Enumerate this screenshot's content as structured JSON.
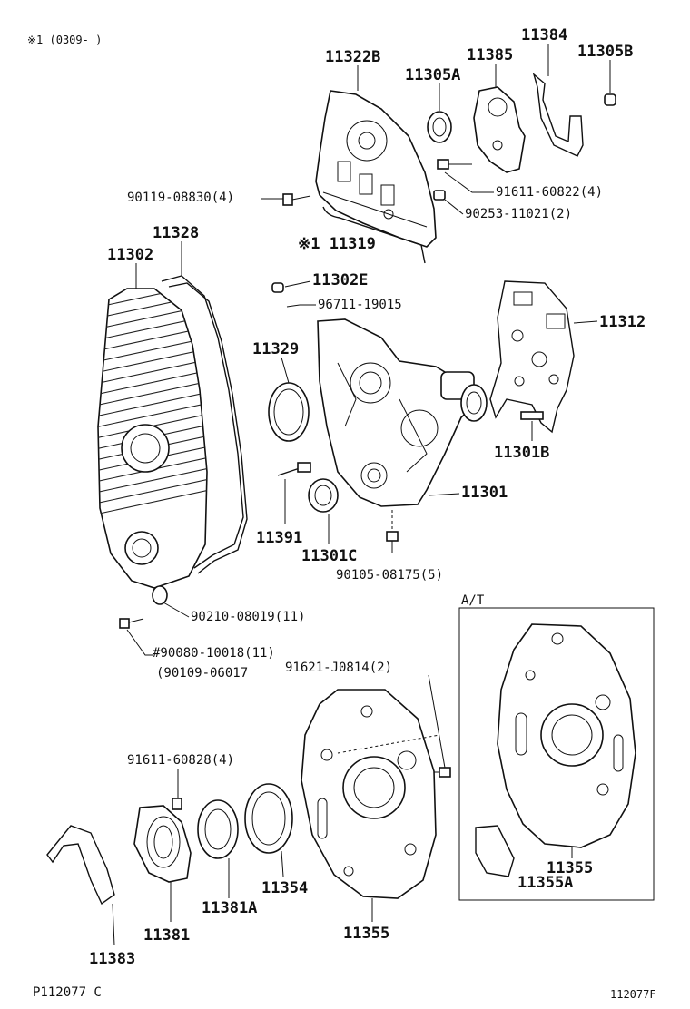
{
  "notes": {
    "variant": "※1 (0309-      )",
    "at_box": "A/T",
    "code_left": "P112077 C",
    "code_right": "112077F"
  },
  "labels": {
    "11322B": "11322B",
    "11305A": "11305A",
    "11385": "11385",
    "11384": "11384",
    "11305B": "11305B",
    "ref_90119": "90119-08830(4)",
    "ref_91611_a": "91611-60822(4)",
    "ref_90253": "90253-11021(2)",
    "11319": "※1 11319",
    "11328": "11328",
    "11302": "11302",
    "11302E": "11302E",
    "ref_96711": "96711-19015",
    "11312": "11312",
    "11329": "11329",
    "11301B": "11301B",
    "11301": "11301",
    "11391": "11391",
    "11301C": "11301C",
    "ref_90105": "90105-08175(5)",
    "ref_90210": "90210-08019(11)",
    "ref_90080": "#90080-10018(11)",
    "ref_90109": "(90109-06017",
    "ref_91621": "91621-J0814(2)",
    "ref_91611_b": "91611-60828(4)",
    "11355_at": "11355",
    "11355A": "11355A",
    "11354": "11354",
    "11381A": "11381A",
    "11355": "11355",
    "11381": "11381",
    "11383": "11383"
  }
}
